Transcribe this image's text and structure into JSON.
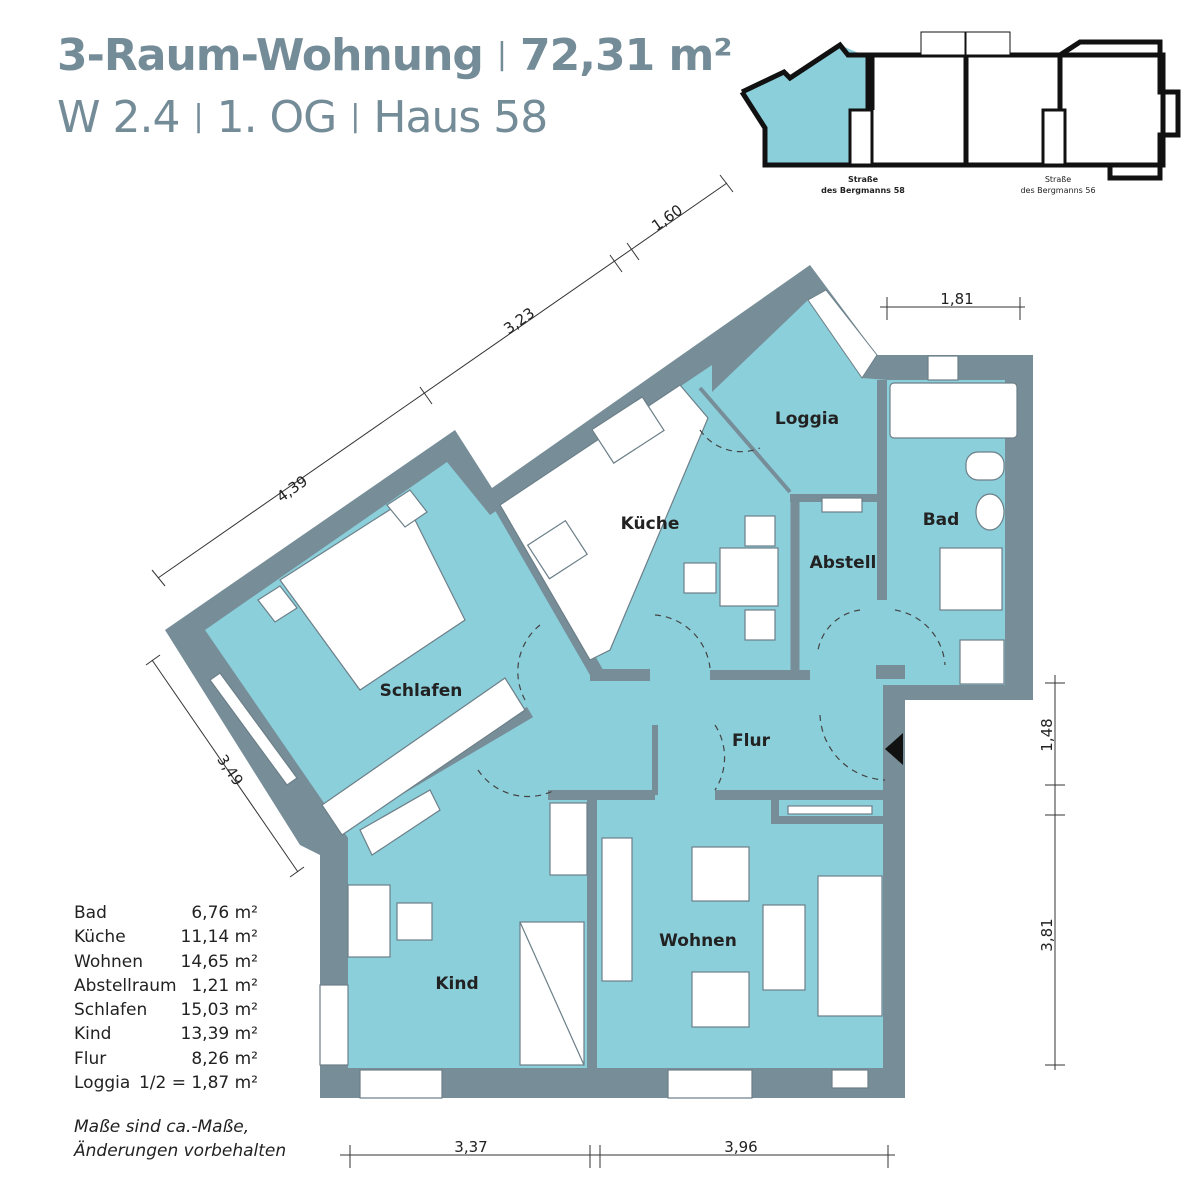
{
  "header": {
    "title": "3-Raum-Wohnung",
    "area": "72,31 m²",
    "separator": "|",
    "unit": "W 2.4",
    "floor": "1. OG",
    "house": "Haus 58"
  },
  "key_plan": {
    "street_1_line1": "Straße",
    "street_1_line2": "des Bergmanns 58",
    "street_2_line1": "Straße",
    "street_2_line2": "des Bergmanns 56"
  },
  "rooms": {
    "loggia": "Loggia",
    "kueche": "Küche",
    "bad": "Bad",
    "abstell": "Abstell",
    "schlafen": "Schlafen",
    "flur": "Flur",
    "wohnen": "Wohnen",
    "kind": "Kind"
  },
  "dimensions": {
    "d1": "4,39",
    "d2": "3,23",
    "d3": "1,60",
    "d4": "1,81",
    "d5": "1,48",
    "d6": "3,81",
    "d7": "3,49",
    "d8": "3,37",
    "d9": "3,96"
  },
  "area_table": [
    {
      "room": "Bad",
      "area": "6,76 m²"
    },
    {
      "room": "Küche",
      "area": "11,14 m²"
    },
    {
      "room": "Wohnen",
      "area": "14,65 m²"
    },
    {
      "room": "Abstellraum",
      "area": "1,21 m²"
    },
    {
      "room": "Schlafen",
      "area": "15,03 m²"
    },
    {
      "room": "Kind",
      "area": "13,39 m²"
    },
    {
      "room": "Flur",
      "area": "8,26 m²"
    },
    {
      "room": "Loggia",
      "area": "1/2 = 1,87 m²"
    }
  ],
  "note_line1": "Maße sind ca.-Maße,",
  "note_line2": "Änderungen vorbehalten",
  "colors": {
    "wall": "#778e99",
    "room": "#8bcfdb",
    "text": "#748c98"
  }
}
